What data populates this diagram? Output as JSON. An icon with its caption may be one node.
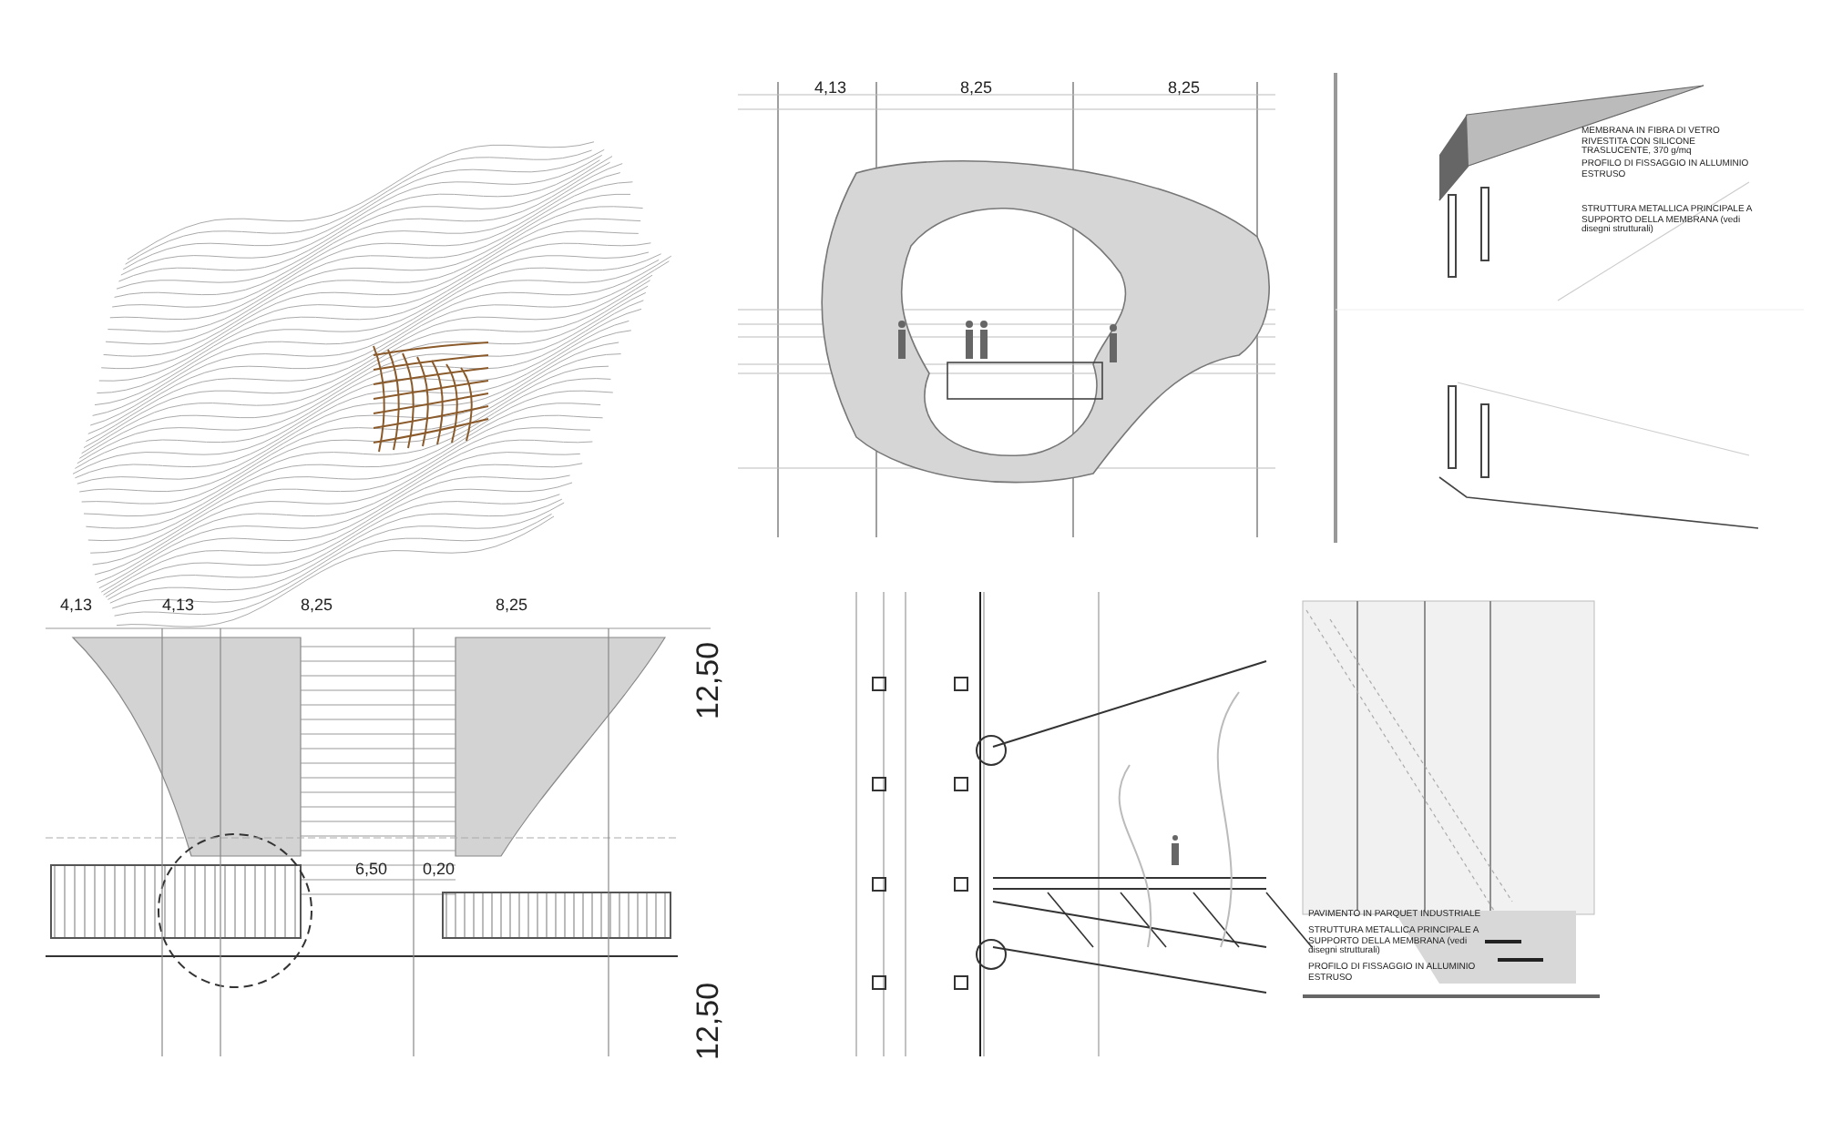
{
  "diagram": {
    "labels": [
      "4,13",
      "8,25",
      "8,25",
      "MEMBRANA IN FIBRA DI VETRO RIVESTITA CON SILICONE TRASLUCENTE, 370 g/mq",
      "PROFILO DI FISSAGGIO IN ALLUMINIO ESTRUSO",
      "STRUTTURA METALLICA PRINCIPALE A SUPPORTO DELLA MEMBRANA (vedi disegni strutturali)",
      "4,13",
      "4,13",
      "8,25",
      "8,25",
      "12,50",
      "6,50",
      "0,20",
      "12,50",
      "PAVIMENTO IN PARQUET INDUSTRIALE",
      "STRUTTURA METALLICA PRINCIPALE A SUPPORTO DELLA MEMBRANA (vedi disegni strutturali)",
      "PROFILO DI FISSAGGIO IN ALLUMINIO ESTRUSO"
    ]
  }
}
